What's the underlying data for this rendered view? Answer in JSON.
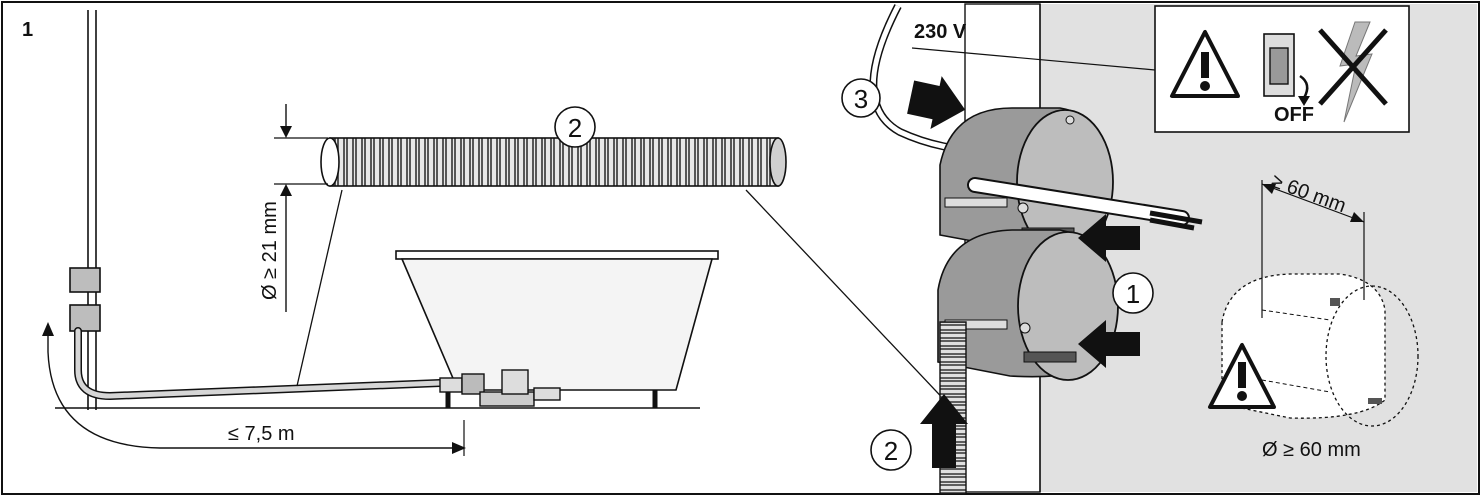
{
  "figure_number": "1",
  "labels": {
    "voltage": "230 V",
    "off": "OFF",
    "min_hose_diameter": "Ø ≥ 21 mm",
    "max_hose_length": "≤ 7,5 m",
    "box_spacing": "≥ 60 mm",
    "box_diameter": "Ø ≥ 60 mm"
  },
  "callouts": {
    "hose_top": "2",
    "hose_bottom": "2",
    "box": "1",
    "cable": "3"
  },
  "icons": [
    "warning-icon",
    "switch-off-icon",
    "no-lightning-icon"
  ],
  "colors": {
    "wall_panel": "#e1e1e1",
    "box_gray": "#9a9a9a",
    "line": "#111111"
  }
}
